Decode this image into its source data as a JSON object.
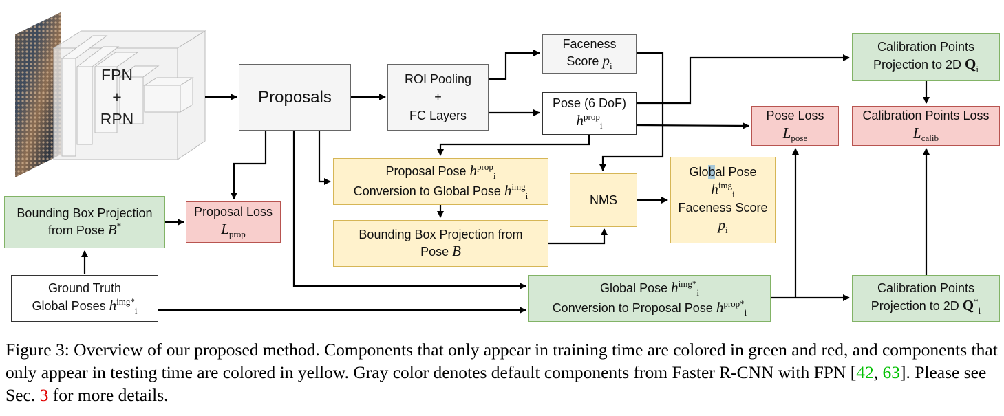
{
  "backbone": {
    "fpn": "FPN",
    "plus": "+",
    "rpn": "RPN"
  },
  "proposals": {
    "label": "Proposals"
  },
  "roi": {
    "line1": "ROI Pooling",
    "line2": "+",
    "line3": "FC Layers"
  },
  "faceness": {
    "line1": "Faceness",
    "line2": "Score ",
    "symbol": "p",
    "sub": "i"
  },
  "pose6dof": {
    "line1": "Pose (6 DoF)",
    "symbol": "h",
    "sup": "prop",
    "sub": "i"
  },
  "calib_proj_top": {
    "line1": "Calibration Points",
    "line2": "Projection to 2D ",
    "symbol": "Q",
    "sub": "i"
  },
  "calib_loss": {
    "line1": "Calibration Points Loss",
    "symbol": "L",
    "sub": "calib"
  },
  "pose_loss": {
    "line1": "Pose Loss",
    "symbol": "L",
    "sub": "pose"
  },
  "proposal_pose_conv": {
    "line1": "Proposal Pose ",
    "l1_symbol": "h",
    "l1_sup": "prop",
    "l1_sub": "i",
    "line2": "Conversion to Global Pose ",
    "l2_symbol": "h",
    "l2_sup": "img",
    "l2_sub": "i"
  },
  "bbox_proj": {
    "line1": "Bounding Box Projection from",
    "line2": "Pose ",
    "symbol": "B"
  },
  "nms": {
    "label": "NMS"
  },
  "global_pose_out": {
    "line1_a": "Glo",
    "line1_b": "b",
    "line1_c": "al Pose",
    "symbol": "h",
    "sup": "img",
    "sub": "i",
    "line3": "Faceness Score",
    "p_symbol": "p",
    "p_sub": "i"
  },
  "bbox_gt": {
    "line1": "Bounding Box Projection",
    "line2": "from Pose ",
    "symbol": "B",
    "sup": "*"
  },
  "proposal_loss": {
    "line1": "Proposal Loss",
    "symbol": "L",
    "sub": "prop"
  },
  "ground_truth": {
    "line1": "Ground Truth",
    "line2": "Global Poses ",
    "symbol": "h",
    "sup": "img*",
    "sub": "i"
  },
  "global_to_prop": {
    "line1": "Global Pose ",
    "l1_symbol": "h",
    "l1_sup": "img*",
    "l1_sub": "i",
    "line2": "Conversion to Proposal Pose ",
    "l2_symbol": "h",
    "l2_sup": "prop*",
    "l2_sub": "i"
  },
  "calib_proj_bottom": {
    "line1": "Calibration Points",
    "line2": "Projection to 2D ",
    "symbol": "Q",
    "sup": "*",
    "sub": "i"
  },
  "caption": {
    "part1": "Figure 3: Overview of our proposed method. Components that only appear in training time are colored in green and red, and components that only appear in testing time are colored in yellow. Gray color denotes default components from Faster R-CNN with FPN [",
    "ref1": "42",
    "sep": ", ",
    "ref2": "63",
    "part2": "]. Please see Sec. ",
    "ref3": "3",
    "part3": " for more details."
  },
  "colors": {
    "gray": "#f5f5f5",
    "green": "#d5e8d4",
    "red": "#f8cecc",
    "yellow": "#fff2cc",
    "ref_green": "#00c000",
    "ref_red": "#e00000"
  }
}
